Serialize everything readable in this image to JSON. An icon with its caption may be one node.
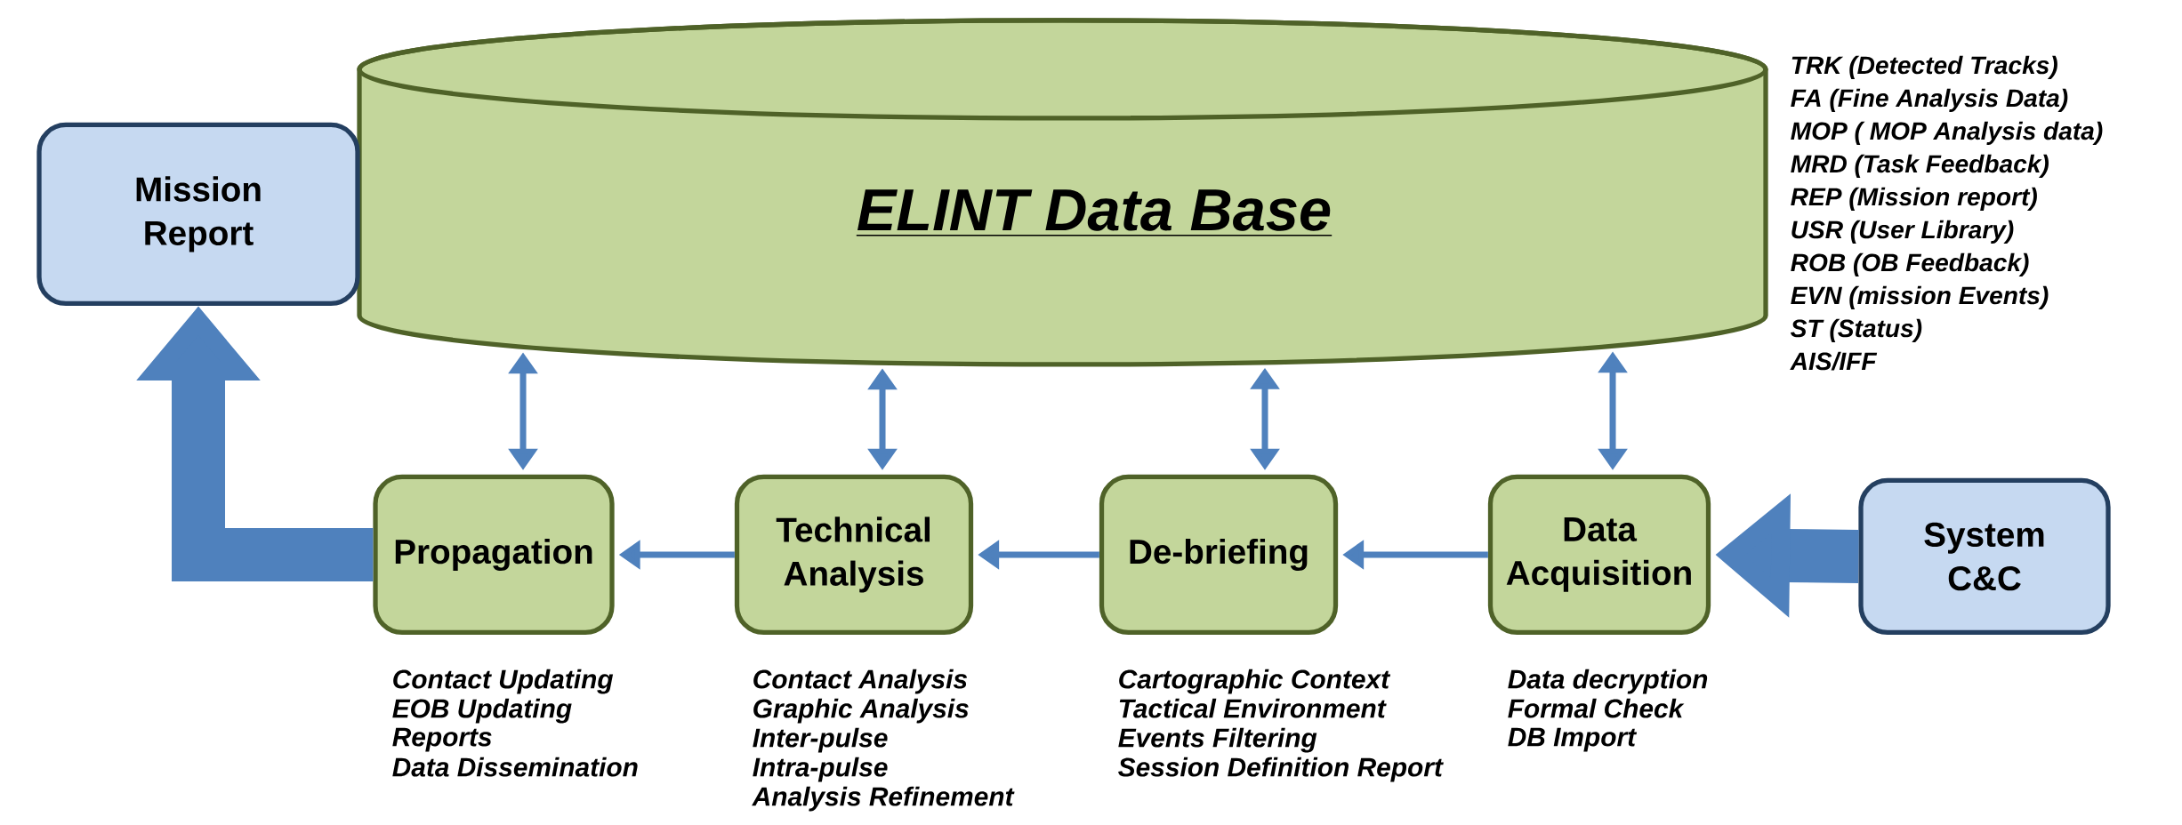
{
  "diagram": {
    "nodes": [
      {
        "text": [
          "ELINT Data Base"
        ]
      },
      {
        "text": [
          "Mission Report"
        ]
      },
      {
        "text": [
          "Propagation"
        ],
        "beside": [
          "Contact Updating",
          "EOB Updating",
          "Reports",
          "Data Dissemination"
        ]
      },
      {
        "text": [
          "Technical Analysis"
        ],
        "beside": [
          "Contact Analysis",
          "Graphic Analysis",
          "Inter-pulse",
          "Intra-pulse",
          "Analysis Refinement"
        ]
      },
      {
        "text": [
          "De-briefing"
        ],
        "beside": [
          "Cartographic Context",
          "Tactical Environment",
          "Events Filtering",
          "Session Definition Report"
        ]
      },
      {
        "text": [
          "Data Acquisition"
        ],
        "beside": [
          "Data decryption",
          "Formal Check",
          "DB Import"
        ]
      },
      {
        "text": [
          "System C&C"
        ]
      }
    ],
    "edges": [
      {
        "from": 0,
        "to": 2,
        "arrow": "both"
      },
      {
        "from": 0,
        "to": 3,
        "arrow": "both"
      },
      {
        "from": 0,
        "to": 4,
        "arrow": "both"
      },
      {
        "from": 0,
        "to": 5,
        "arrow": "both"
      },
      {
        "from": 5,
        "to": 4,
        "arrow": "to"
      },
      {
        "from": 4,
        "to": 3,
        "arrow": "to"
      },
      {
        "from": 3,
        "to": 2,
        "arrow": "to"
      },
      {
        "from": 6,
        "to": 5,
        "arrow": "to",
        "style": "thick"
      },
      {
        "from": 2,
        "to": 1,
        "arrow": "to",
        "style": "thick"
      }
    ],
    "labels": [
      "TRK (Detected Tracks)",
      "FA (Fine Analysis Data)",
      "MOP ( MOP Analysis data)",
      "MRD (Task Feedback)",
      "REP (Mission report)",
      "USR (User Library)",
      "ROB (OB Feedback)",
      "EVN (mission Events)",
      "ST (Status)",
      "AIS/IFF"
    ]
  }
}
